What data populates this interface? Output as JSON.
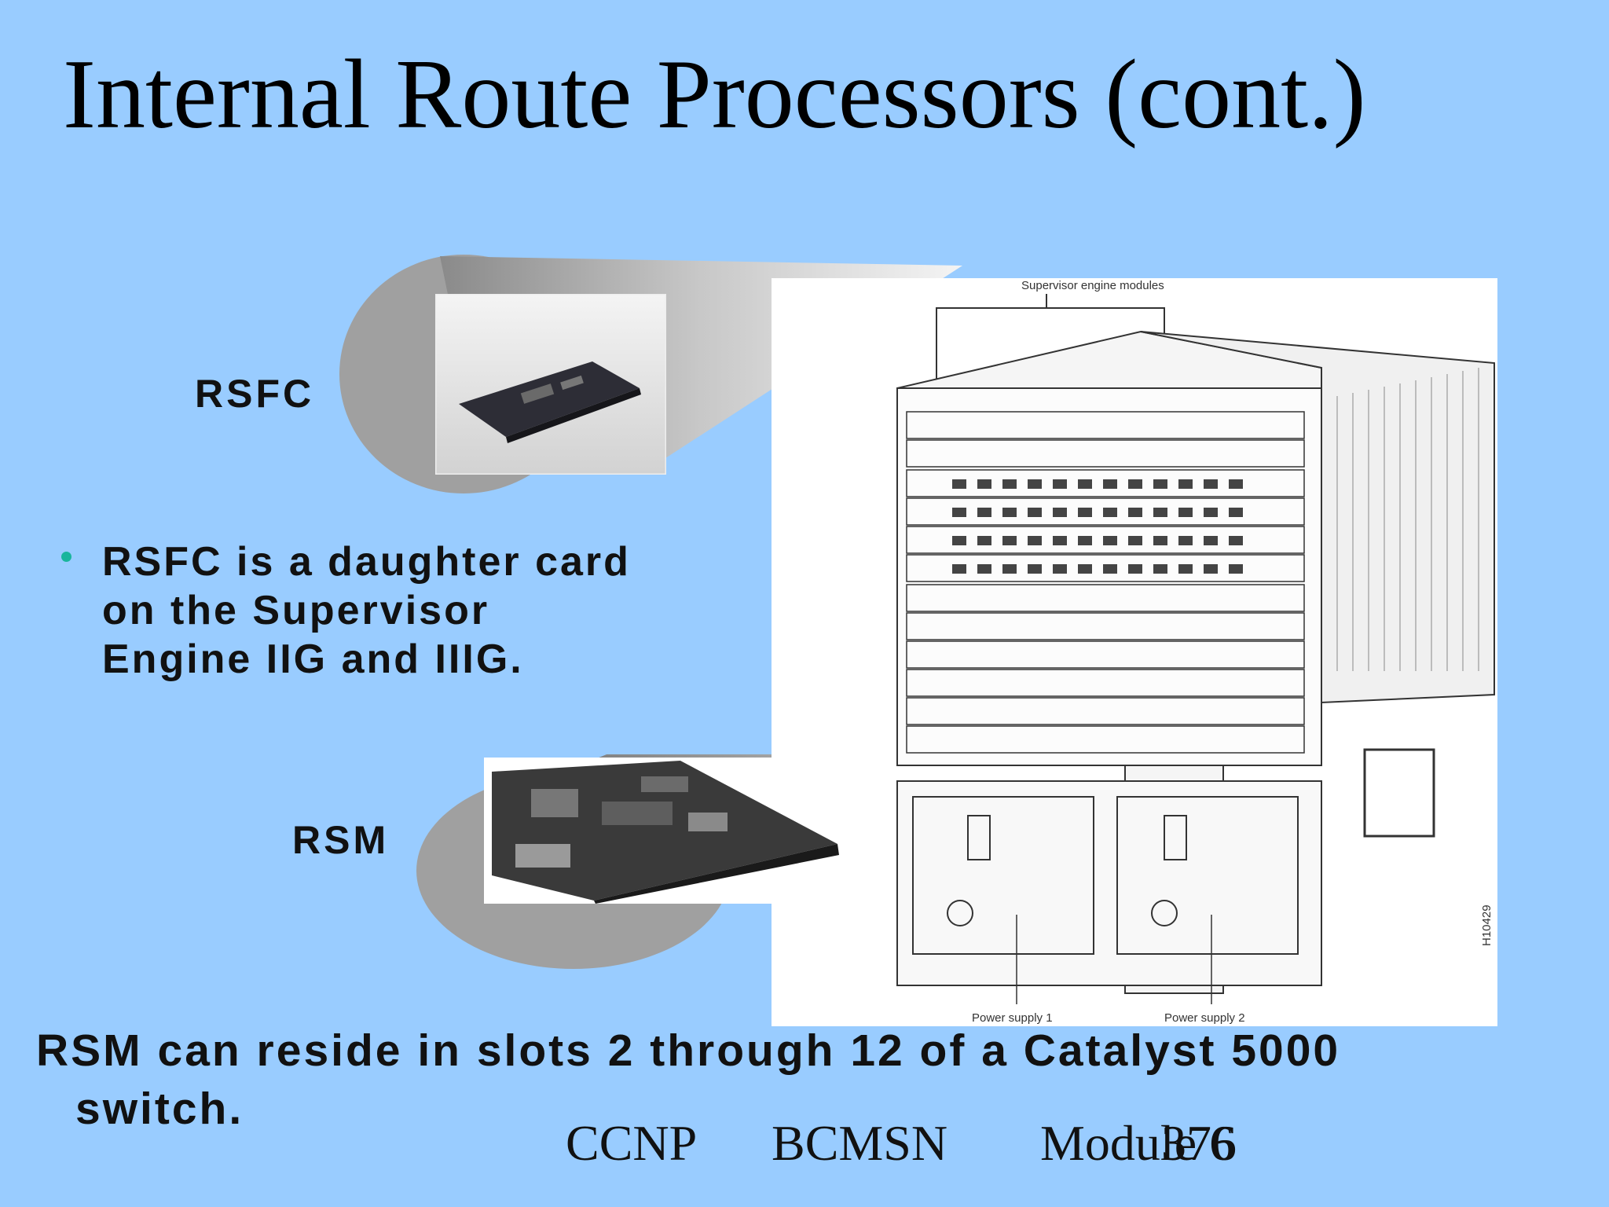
{
  "slide": {
    "title": "Internal Route Processors (cont.)",
    "callouts": {
      "rsfc_label": "RSFC",
      "rsm_label": "RSM"
    },
    "bullets": [
      "RSFC is a daughter card on the Supervisor Engine IIG and IIIG."
    ],
    "main_statement": {
      "line1": "RSM can reside in slots 2 through 12 of a Catalyst 5000",
      "line2": "switch."
    },
    "diagram": {
      "top_label": "Supervisor engine modules",
      "power_supply_1": "Power supply 1",
      "power_supply_2": "Power supply 2",
      "figure_id": "H10429"
    },
    "footer": {
      "course": "CCNP",
      "module_name": "BCMSN",
      "module": "Module 6",
      "page": "376"
    }
  },
  "colors": {
    "background": "#99ccff",
    "callout_gray": "#a0a0a0",
    "bullet": "#19b59c"
  }
}
